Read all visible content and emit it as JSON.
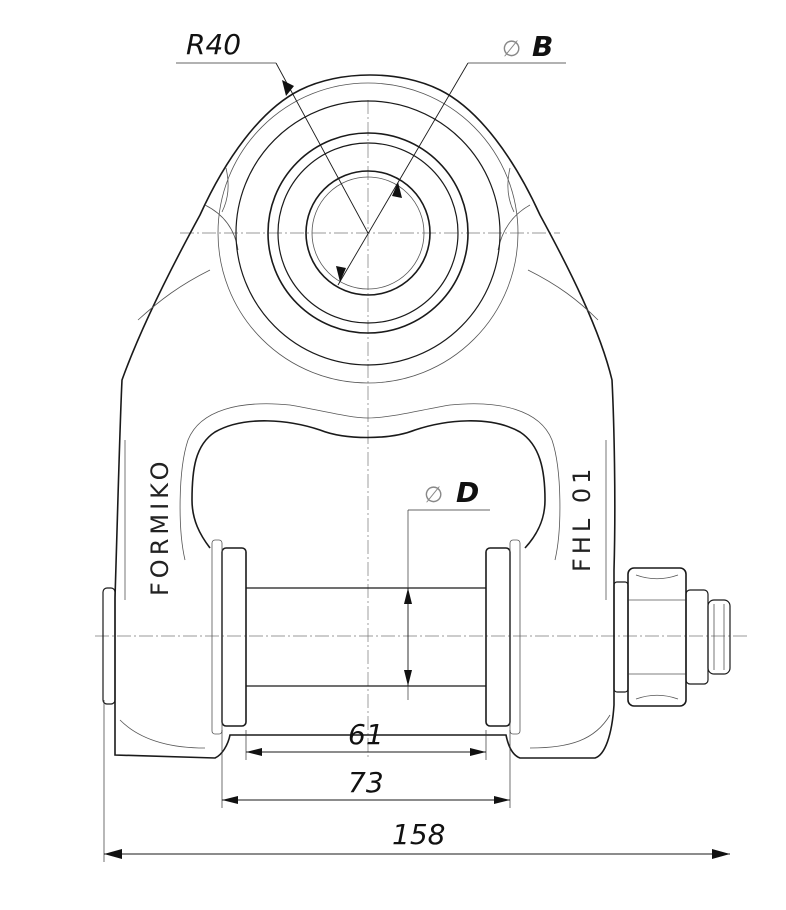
{
  "labels": {
    "radius": "R40",
    "diameter_symbol": "∅",
    "bore_label": "B",
    "pin_label": "D"
  },
  "dimensions": {
    "inner_width": "61",
    "outer_width": "73",
    "overall_width": "158"
  },
  "markings": {
    "brand": "FORMIKO",
    "model": "FHL 01"
  }
}
